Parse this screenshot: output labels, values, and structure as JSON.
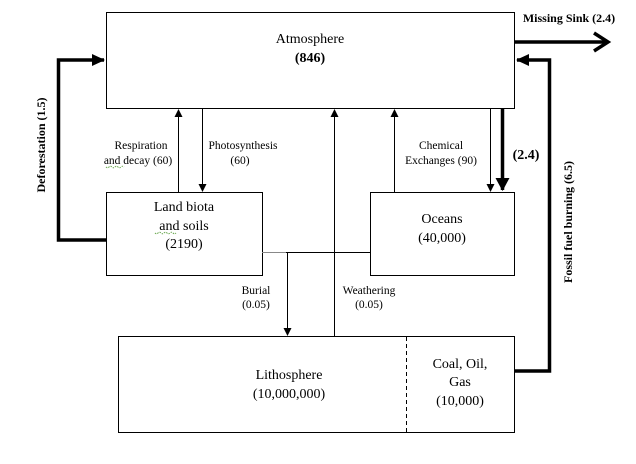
{
  "reservoirs": {
    "atmosphere": {
      "name": "Atmosphere",
      "value": "(846)"
    },
    "land": {
      "name_line1": "Land biota",
      "name_line2": "and soils",
      "value": "(2190)"
    },
    "oceans": {
      "name": "Oceans",
      "value": "(40,000)"
    },
    "lithosphere": {
      "name": "Lithosphere",
      "value": "(10,000,000)"
    },
    "fossil": {
      "name_line1": "Coal, Oil,",
      "name_line2": "Gas",
      "value": "(10,000)"
    }
  },
  "flows": {
    "respiration": {
      "line1": "Respiration",
      "line2": "and decay (60)"
    },
    "photosynthesis": {
      "line1": "Photosynthesis",
      "line2": "(60)"
    },
    "chemical": {
      "line1": "Chemical",
      "line2": "Exchanges (90)"
    },
    "ocean_uptake": {
      "label": "(2.4)"
    },
    "burial": {
      "line1": "Burial",
      "line2": "(0.05)"
    },
    "weathering": {
      "line1": "Weathering",
      "line2": "(0.05)"
    },
    "deforestation": {
      "label": "Deforestation (1.5)"
    },
    "missing_sink": {
      "label": "Missing Sink (2.4)"
    },
    "fossil_burning": {
      "label": "Fossil fuel burning (6.5)"
    }
  },
  "colors": {
    "stroke": "#000000",
    "background": "#ffffff",
    "spellcheck": "#6aa84f"
  }
}
